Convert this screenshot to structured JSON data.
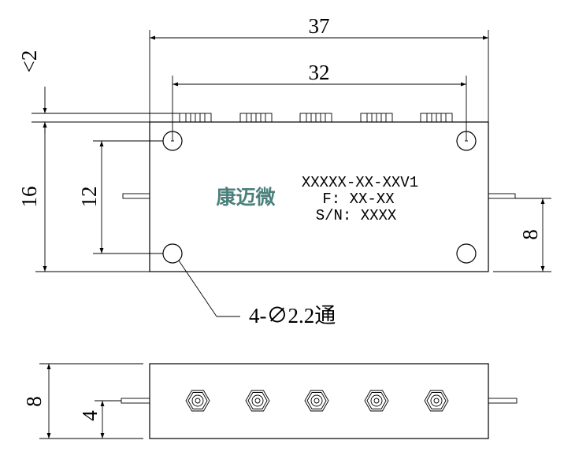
{
  "top_view": {
    "dims": {
      "overall_width": "37",
      "hole_spacing": "32",
      "connector_protrusion": "<2",
      "body_height": "16",
      "hole_vertical_spacing": "12",
      "pin_height": "8"
    },
    "label": {
      "brand": "康迈微",
      "model": "XXXXX-XX-XXV1",
      "frequency": "F: XX-XX",
      "serial": "S/N: XXXX"
    },
    "hole_callout": "4-∅2.2通"
  },
  "side_view": {
    "dims": {
      "thickness": "8",
      "pin_height": "4"
    }
  },
  "colors": {
    "line": "#000000",
    "brand": "#4b7f7b"
  }
}
